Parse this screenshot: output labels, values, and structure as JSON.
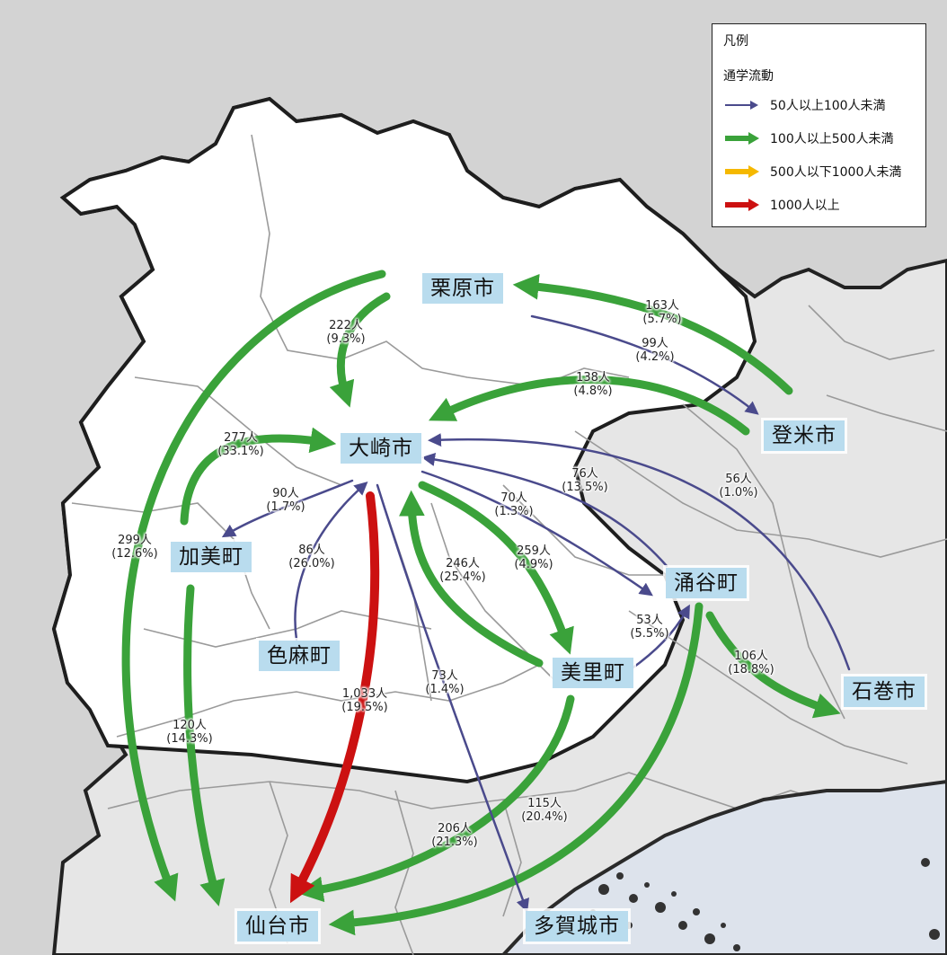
{
  "legend": {
    "title": "凡例",
    "subtitle": "通学流動",
    "items": [
      {
        "label": "50人以上100人未満",
        "color": "#4a4a8c"
      },
      {
        "label": "100人以上500人未満",
        "color": "#3aa23a"
      },
      {
        "label": "500人以下1000人未満",
        "color": "#f5b800"
      },
      {
        "label": "1000人以上",
        "color": "#cc1111"
      }
    ]
  },
  "cities": {
    "kurihara": "栗原市",
    "osaki": "大崎市",
    "tome": "登米市",
    "kami": "加美町",
    "shikama": "色麻町",
    "wakuya": "涌谷町",
    "misato": "美里町",
    "ishinomaki": "石巻市",
    "sendai": "仙台市",
    "tagajo": "多賀城市"
  },
  "flows": [
    {
      "id": "kurihara-osaki",
      "count": "222人",
      "pct": "(9.3%)",
      "color": "green"
    },
    {
      "id": "tome-kurihara",
      "count": "163人",
      "pct": "(5.7%)",
      "color": "green"
    },
    {
      "id": "kurihara-tome",
      "count": "99人",
      "pct": "(4.2%)",
      "color": "navy"
    },
    {
      "id": "tome-osaki",
      "count": "138人",
      "pct": "(4.8%)",
      "color": "green"
    },
    {
      "id": "kami-osaki",
      "count": "277人",
      "pct": "(33.1%)",
      "color": "green"
    },
    {
      "id": "osaki-kami",
      "count": "90人",
      "pct": "(1.7%)",
      "color": "navy"
    },
    {
      "id": "kurihara-sendai",
      "count": "299人",
      "pct": "(12.6%)",
      "color": "green"
    },
    {
      "id": "shikama-osaki",
      "count": "86人",
      "pct": "(26.0%)",
      "color": "navy"
    },
    {
      "id": "osaki-wakuya",
      "count": "70人",
      "pct": "(1.3%)",
      "color": "navy"
    },
    {
      "id": "wakuya-osaki",
      "count": "76人",
      "pct": "(13.5%)",
      "color": "navy"
    },
    {
      "id": "ishinomaki-osaki",
      "count": "56人",
      "pct": "(1.0%)",
      "color": "navy"
    },
    {
      "id": "misato-osaki",
      "count": "246人",
      "pct": "(25.4%)",
      "color": "green"
    },
    {
      "id": "osaki-misato",
      "count": "259人",
      "pct": "(4.9%)",
      "color": "green"
    },
    {
      "id": "misato-wakuya",
      "count": "53人",
      "pct": "(5.5%)",
      "color": "navy"
    },
    {
      "id": "wakuya-ishinomaki",
      "count": "106人",
      "pct": "(18.8%)",
      "color": "green"
    },
    {
      "id": "kami-sendai",
      "count": "120人",
      "pct": "(14.3%)",
      "color": "green"
    },
    {
      "id": "osaki-sendai",
      "count": "1,033人",
      "pct": "(19.5%)",
      "color": "red"
    },
    {
      "id": "osaki-tagajo",
      "count": "73人",
      "pct": "(1.4%)",
      "color": "navy"
    },
    {
      "id": "misato-sendai",
      "count": "206人",
      "pct": "(21.3%)",
      "color": "green"
    },
    {
      "id": "wakuya-sendai",
      "count": "115人",
      "pct": "(20.4%)",
      "color": "green"
    }
  ]
}
